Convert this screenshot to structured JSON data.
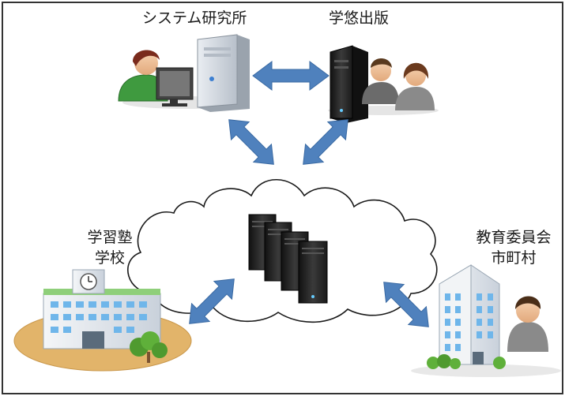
{
  "nodes": {
    "system_lab": {
      "label": "システム研究所"
    },
    "publisher": {
      "label": "学悠出版"
    },
    "school": {
      "label_lines": [
        "学習塾",
        "学校"
      ]
    },
    "board": {
      "label_lines": [
        "教育委員会",
        "市町村"
      ]
    }
  },
  "colors": {
    "arrow_fill": "#4f81bd",
    "arrow_stroke": "#3a6aa3",
    "cloud_stroke": "#1a1a1a",
    "server_dark": "#2b2b2b",
    "frame": "#333333"
  }
}
